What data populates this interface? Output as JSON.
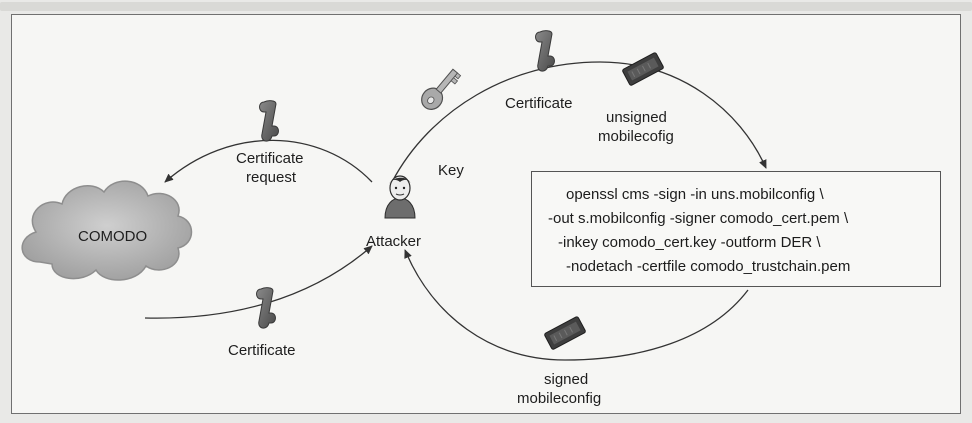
{
  "diagram": {
    "cloud_label": "COMODO",
    "attacker_label": "Attacker",
    "key_label": "Key",
    "certificate_top_label": "Certificate",
    "certificate_request_label_1": "Certificate",
    "certificate_request_label_2": "request",
    "certificate_bottom_label": "Certificate",
    "unsigned_label_1": "unsigned",
    "unsigned_label_2": "mobilecofig",
    "signed_label_1": "signed",
    "signed_label_2": "mobileconfig",
    "command_lines": [
      "openssl cms -sign -in uns.mobilconfig \\",
      "-out s.mobilconfig -signer comodo_cert.pem \\",
      "-inkey comodo_cert.key -outform DER \\",
      "-nodetach -certfile comodo_trustchain.pem"
    ]
  }
}
